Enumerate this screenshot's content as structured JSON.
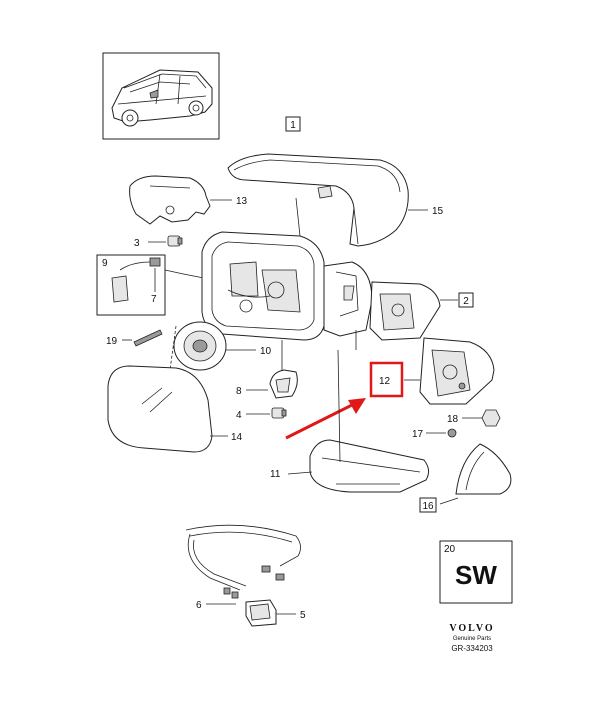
{
  "brand": "VOLVO",
  "brand_sub": "Genuine Parts",
  "ref_code": "GR-334203",
  "sw_box": {
    "number": "20",
    "text": "SW"
  },
  "labels": {
    "l1": "1",
    "l2": "2",
    "l3": "3",
    "l4": "4",
    "l5": "5",
    "l6": "6",
    "l7": "7",
    "l8": "8",
    "l9": "9",
    "l10": "10",
    "l11": "11",
    "l12": "12",
    "l13": "13",
    "l14": "14",
    "l15": "15",
    "l16": "16",
    "l17": "17",
    "l18": "18",
    "l19": "19"
  },
  "colors": {
    "highlight": "#e01818",
    "line": "#222222"
  }
}
